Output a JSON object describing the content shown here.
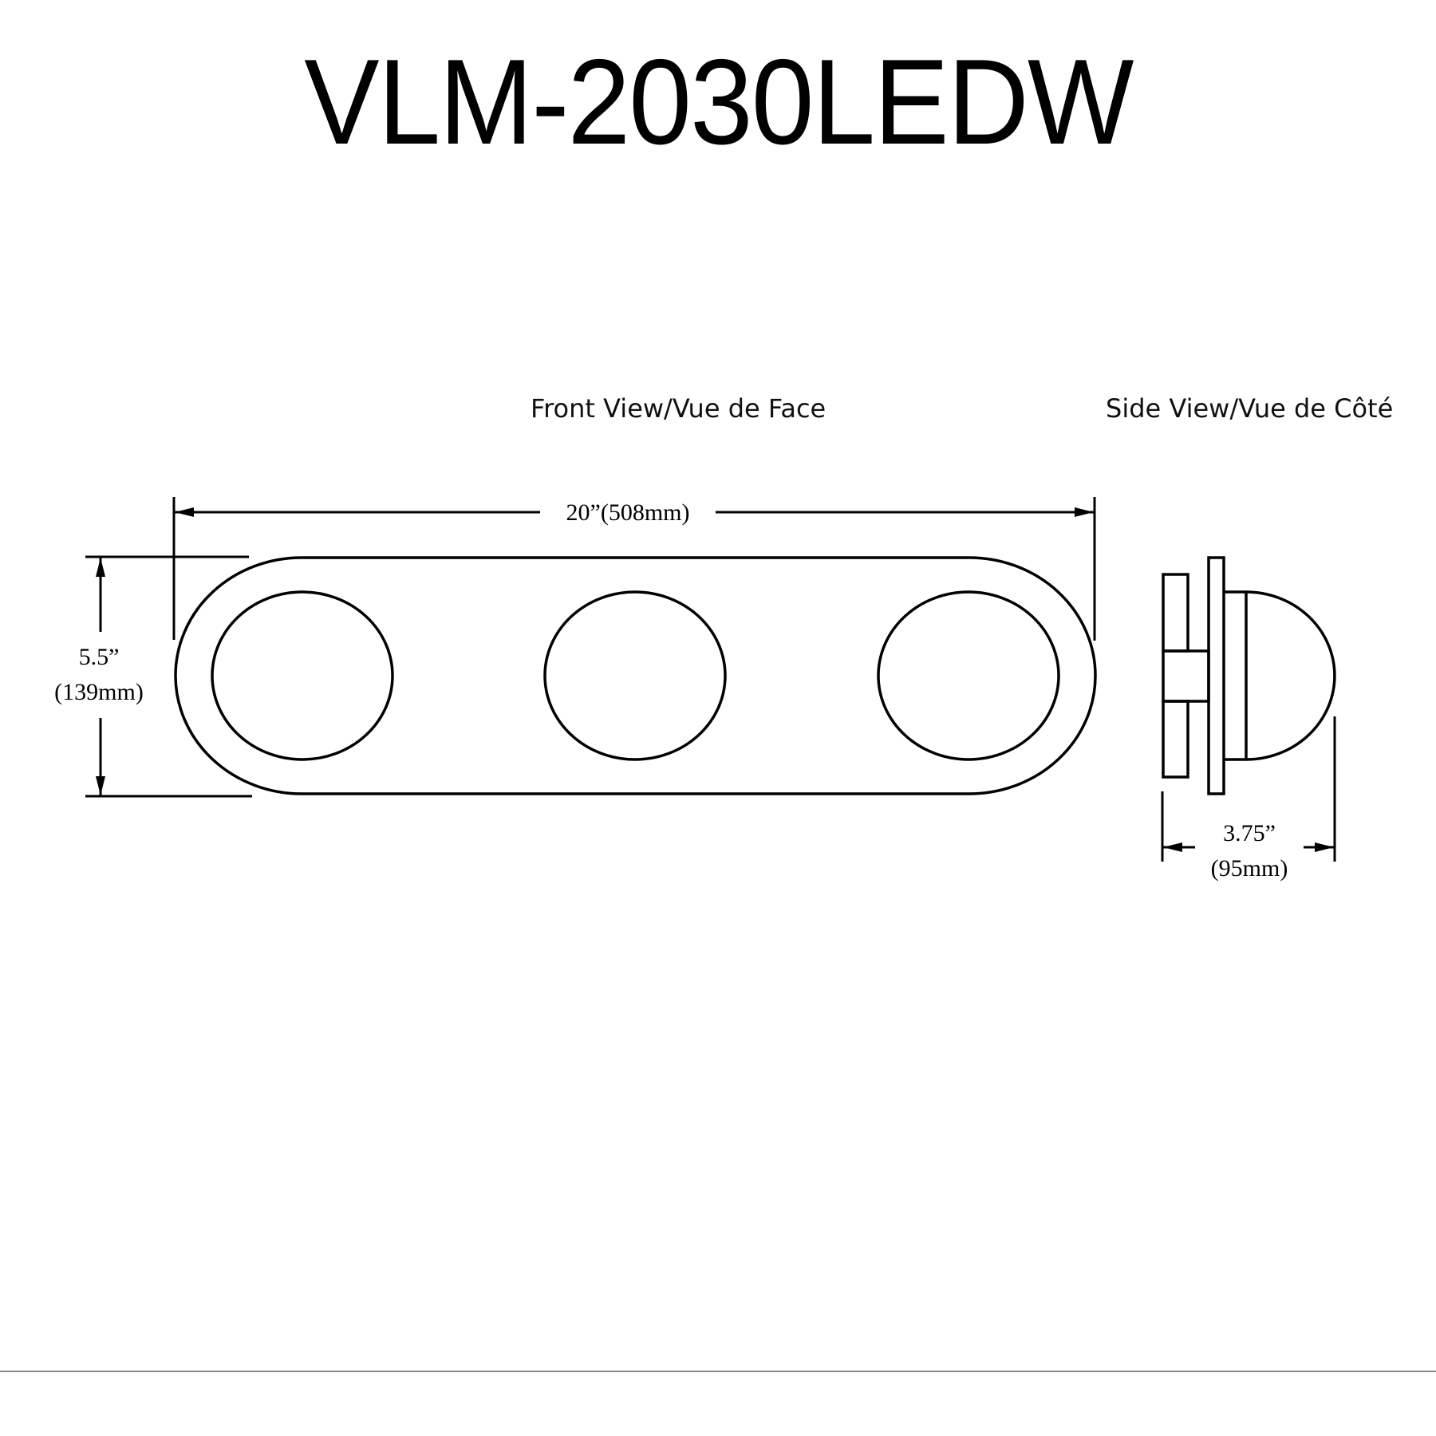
{
  "header": {
    "title": "VLM-2030LEDW"
  },
  "views": {
    "front": {
      "label": "Front View/Vue de Face",
      "width_dim": "20”(508mm)",
      "height_dim_imperial": "5.5”",
      "height_dim_metric": "(139mm)",
      "light_count": 3
    },
    "side": {
      "label": "Side View/Vue de Côté",
      "depth_dim_imperial": "3.75”",
      "depth_dim_metric": "(95mm)"
    }
  },
  "colors": {
    "line": "#000000",
    "divider": "#8c8c8c",
    "background": "#ffffff"
  }
}
